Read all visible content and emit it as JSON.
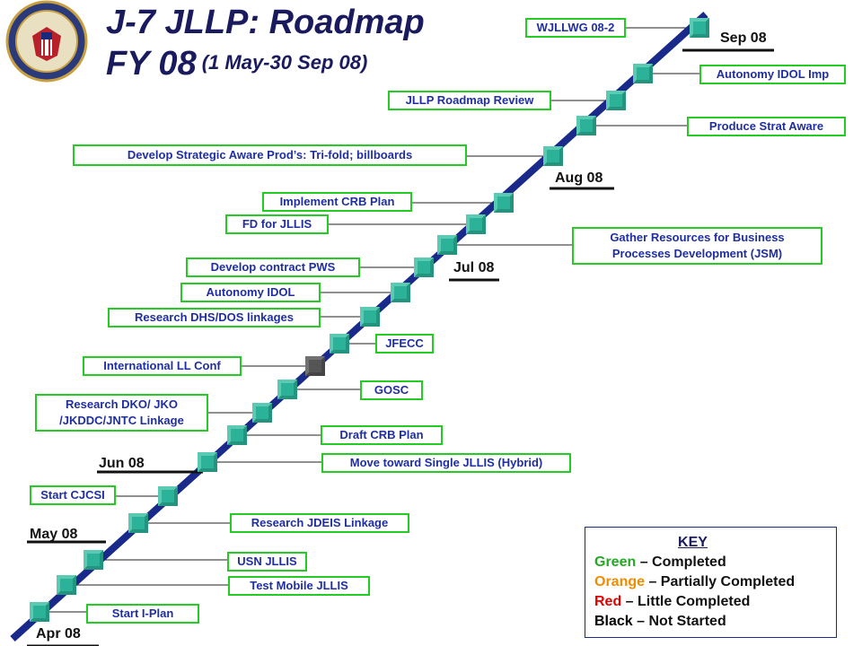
{
  "title": {
    "line1": "J-7 JLLP: Roadmap",
    "line2": "FY 08",
    "subtitle": "(1 May-30 Sep 08)"
  },
  "colors": {
    "box_border": "#22cc22",
    "box_text": "#1f2fa0",
    "road": "#1a2a8a",
    "marker_completed": "#2db29a",
    "marker_not_started": "#555555"
  },
  "months": {
    "apr": "Apr 08",
    "may": "May 08",
    "jun": "Jun 08",
    "jul": "Jul  08",
    "aug": "Aug 08",
    "sep": "Sep 08"
  },
  "milestones": [
    {
      "label": "Start I-Plan",
      "status": "completed"
    },
    {
      "label": "Test Mobile JLLIS",
      "status": "completed"
    },
    {
      "label": "USN JLLIS",
      "status": "completed"
    },
    {
      "label": "Research JDEIS Linkage",
      "status": "completed"
    },
    {
      "label": "Start CJCSI",
      "status": "completed"
    },
    {
      "label": "Move toward Single JLLIS (Hybrid)",
      "status": "completed"
    },
    {
      "label": "Draft CRB Plan",
      "status": "completed"
    },
    {
      "label": "Research DKO/ JKO",
      "label2": "/JKDDC/JNTC Linkage",
      "status": "completed"
    },
    {
      "label": "GOSC",
      "status": "completed"
    },
    {
      "label": "International  LL Conf",
      "status": "not-started"
    },
    {
      "label": "JFECC",
      "status": "completed"
    },
    {
      "label": "Research DHS/DOS linkages",
      "status": "completed"
    },
    {
      "label": "Autonomy IDOL",
      "status": "completed"
    },
    {
      "label": "Develop contract PWS",
      "status": "completed"
    },
    {
      "label": "Gather Resources for Business",
      "label2": "Processes Development (JSM)",
      "status": "completed"
    },
    {
      "label": "FD for JLLIS",
      "status": "completed"
    },
    {
      "label": "Implement CRB Plan",
      "status": "completed"
    },
    {
      "label": "Develop Strategic Aware Prod’s: Tri-fold; billboards",
      "status": "completed"
    },
    {
      "label": "Produce Strat Aware",
      "status": "completed"
    },
    {
      "label": "JLLP Roadmap Review",
      "status": "completed"
    },
    {
      "label": "Autonomy IDOL Imp",
      "status": "completed"
    },
    {
      "label": "WJLLWG 08-2",
      "status": "completed"
    }
  ],
  "key": {
    "title": "KEY",
    "green": "Green",
    "green_desc": " – Completed",
    "orange": "Orange",
    "orange_desc": " – Partially Completed",
    "red": "Red",
    "red_desc": " – Little Completed",
    "black": "Black",
    "black_desc": " – Not Started"
  }
}
